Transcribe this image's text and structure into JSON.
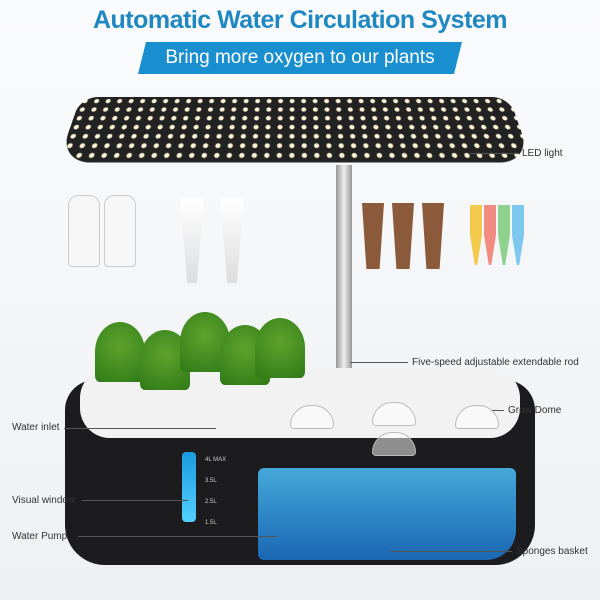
{
  "header": {
    "title": "Automatic Water Circulation System",
    "subtitle": "Bring more oxygen to our plants"
  },
  "callouts": {
    "led_light": "LED light",
    "rod": "Five-speed adjustable extendable rod",
    "grow_dome": "Grow Dome",
    "water_inlet": "Water inlet",
    "visual_window": "Visual window",
    "water_pump": "Water Pump",
    "sponges_basket": "Sponges basket"
  },
  "water_scale": [
    "4L MAX",
    "3.5L",
    "2.5L",
    "1.5L"
  ],
  "colors": {
    "accent": "#1a8fd0",
    "title": "#1f87c2",
    "water": "#2a8fd8"
  }
}
